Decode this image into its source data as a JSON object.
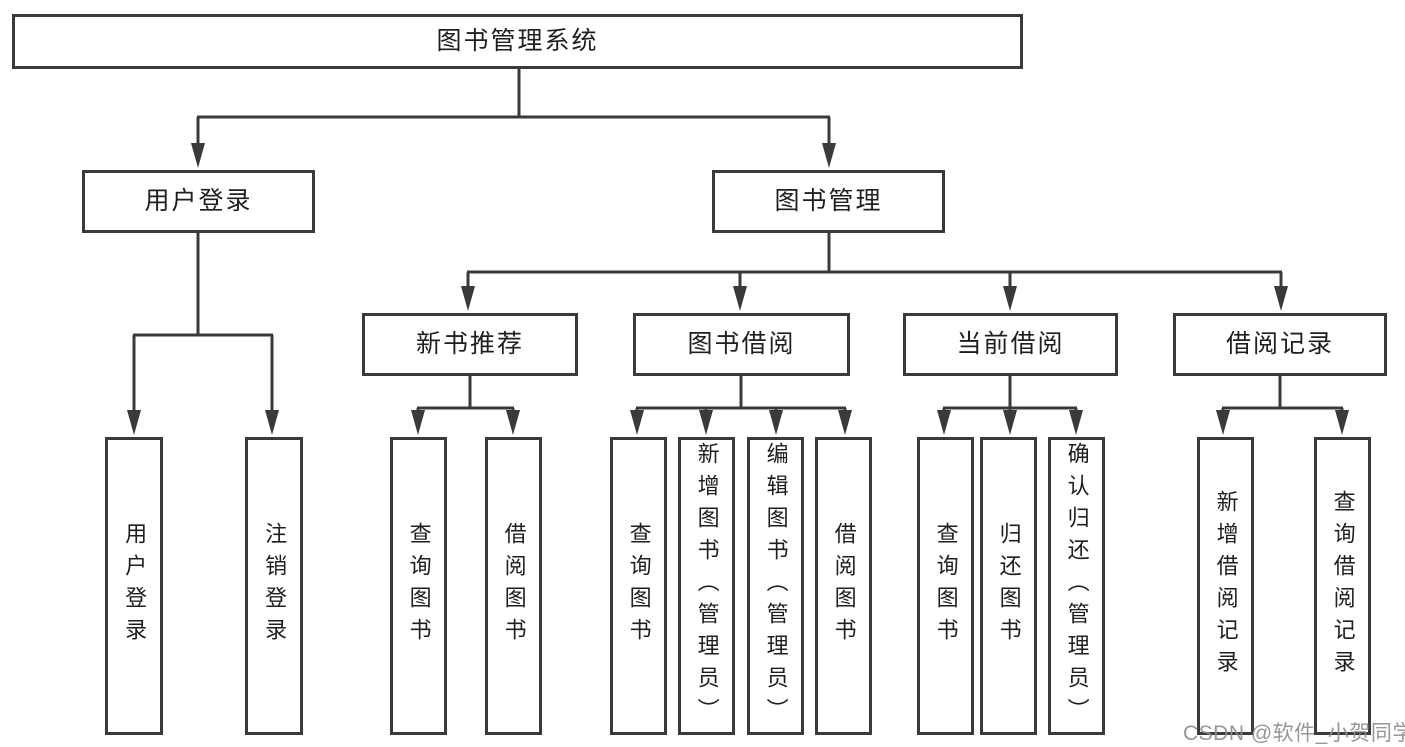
{
  "diagram": {
    "title": "图书管理系统",
    "root": {
      "label": "图书管理系统"
    },
    "branches": [
      {
        "label": "用户登录",
        "children": [
          {
            "label": "用户登录"
          },
          {
            "label": "注销登录"
          }
        ]
      },
      {
        "label": "图书管理",
        "children": [
          {
            "label": "新书推荐",
            "children": [
              {
                "label": "查询图书"
              },
              {
                "label": "借阅图书"
              }
            ]
          },
          {
            "label": "图书借阅",
            "children": [
              {
                "label": "查询图书"
              },
              {
                "label": "新增图书（管理员）"
              },
              {
                "label": "编辑图书（管理员）"
              },
              {
                "label": "借阅图书"
              }
            ]
          },
          {
            "label": "当前借阅",
            "children": [
              {
                "label": "查询图书"
              },
              {
                "label": "归还图书"
              },
              {
                "label": "确认归还（管理员）"
              }
            ]
          },
          {
            "label": "借阅记录",
            "children": [
              {
                "label": "新增借阅记录"
              },
              {
                "label": "查询借阅记录"
              }
            ]
          }
        ]
      }
    ]
  },
  "watermark": {
    "text": "CSDN @软件_小贺同学"
  },
  "colors": {
    "line": "#3a3a3a",
    "box_border": "#3a3a3a",
    "text": "#1f1f1f",
    "watermark": "#8f8f8f",
    "background": "#ffffff"
  }
}
